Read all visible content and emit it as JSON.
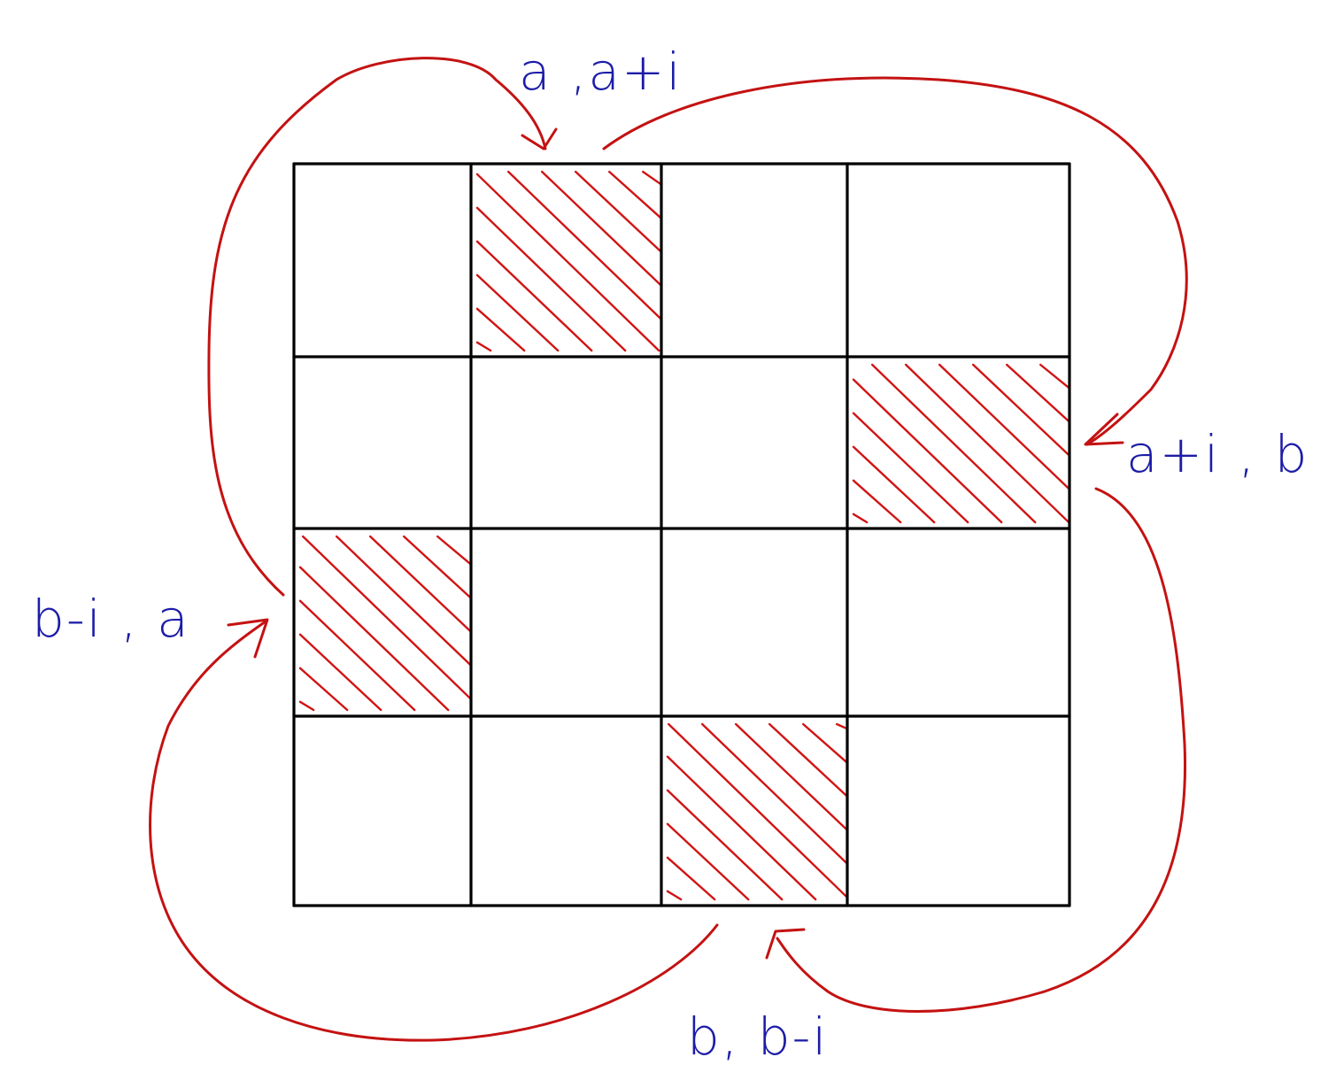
{
  "labels": {
    "top": "a ,a+i",
    "right": "a+i , b",
    "bottom": "b, b-i",
    "left": "b-i , a"
  },
  "grid": {
    "rows": 4,
    "cols": 4,
    "shaded_cells": [
      {
        "row": 0,
        "col": 1
      },
      {
        "row": 1,
        "col": 3
      },
      {
        "row": 2,
        "col": 0
      },
      {
        "row": 3,
        "col": 2
      }
    ]
  },
  "colors": {
    "grid": "#000000",
    "arrows": "#c41212",
    "hatching": "#d11414",
    "labels": "#1c1ca8"
  }
}
